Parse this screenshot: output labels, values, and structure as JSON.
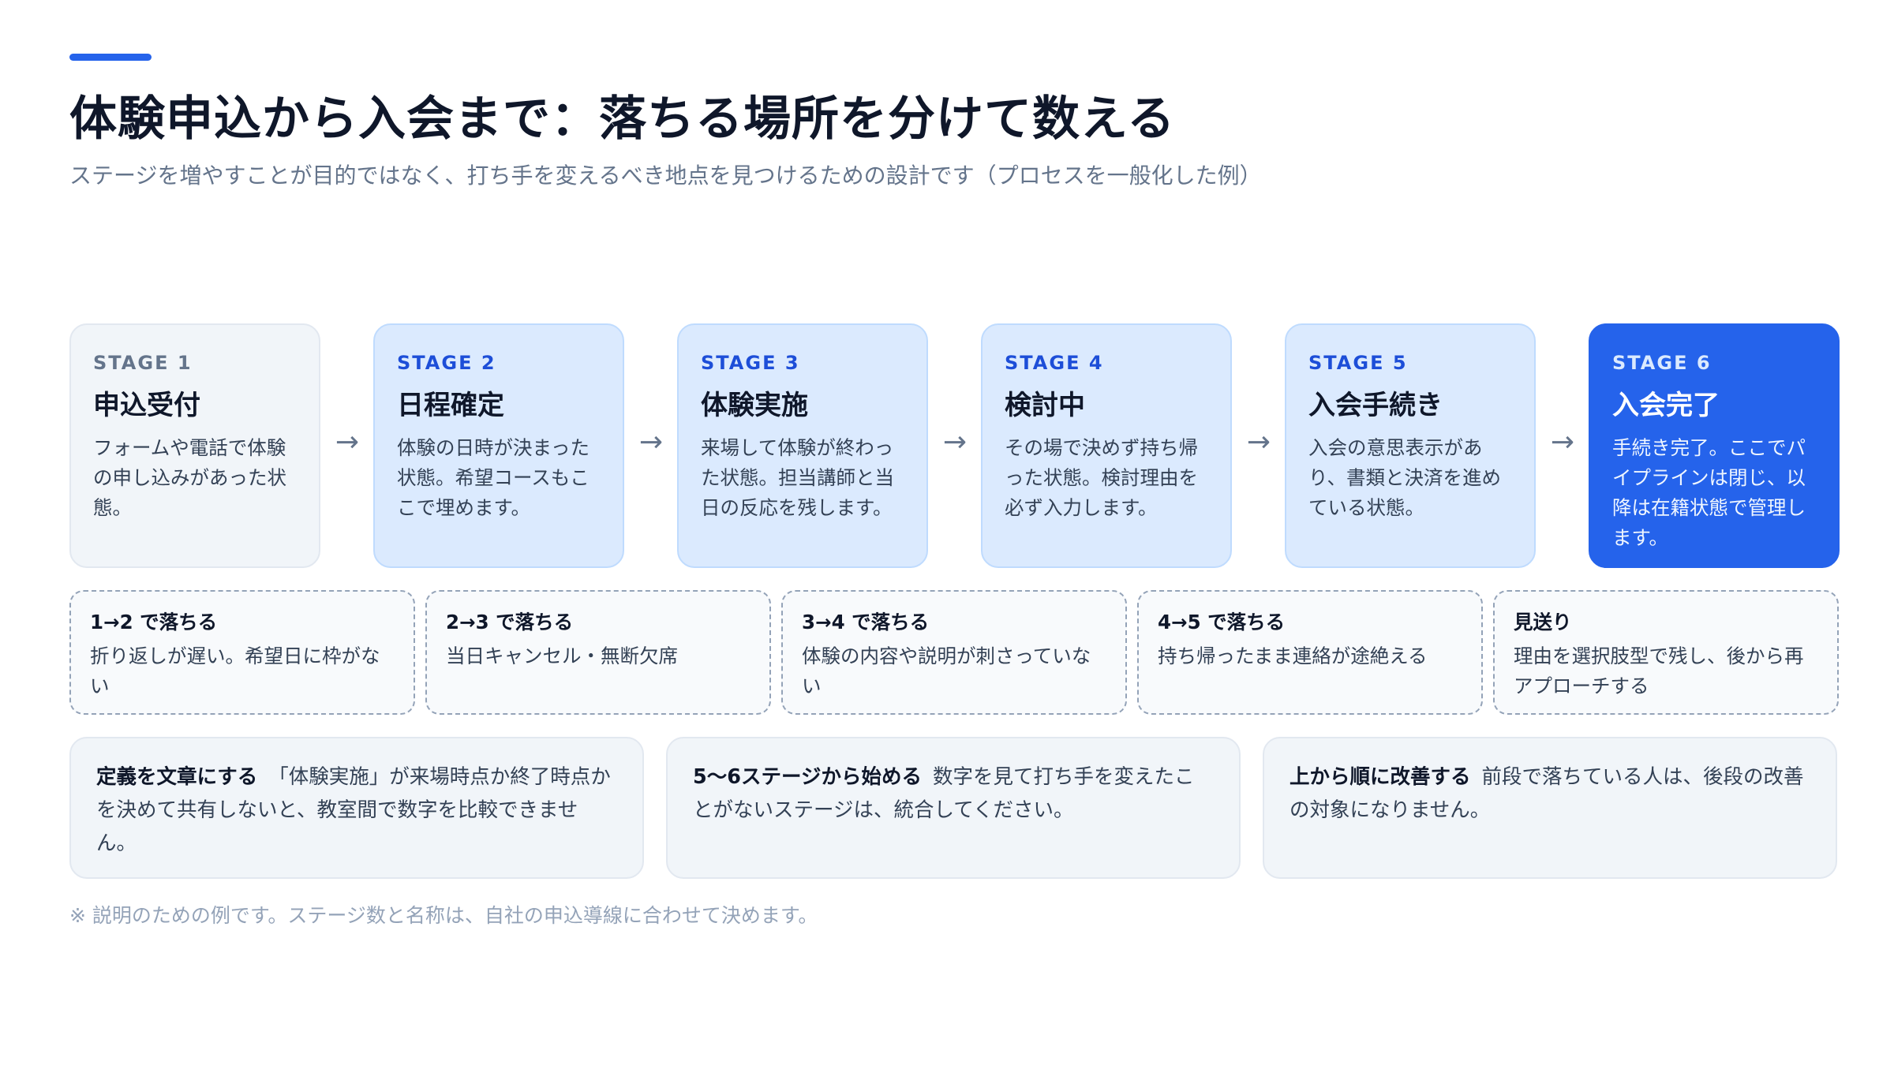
{
  "header": {
    "title": "体験申込から入会まで：落ちる場所を分けて数える",
    "subtitle": "ステージを増やすことが目的ではなく、打ち手を変えるべき地点を見つけるための設計です（プロセスを一般化した例）"
  },
  "stages": [
    {
      "tag": "STAGE 1",
      "title": "申込受付",
      "desc": "フォームや電話で体験の申し込みがあった状態。"
    },
    {
      "tag": "STAGE 2",
      "title": "日程確定",
      "desc": "体験の日時が決まった状態。希望コースもここで埋めます。"
    },
    {
      "tag": "STAGE 3",
      "title": "体験実施",
      "desc": "来場して体験が終わった状態。担当講師と当日の反応を残します。"
    },
    {
      "tag": "STAGE 4",
      "title": "検討中",
      "desc": "その場で決めず持ち帰った状態。検討理由を必ず入力します。"
    },
    {
      "tag": "STAGE 5",
      "title": "入会手続き",
      "desc": "入会の意思表示があり、書類と決済を進めている状態。"
    },
    {
      "tag": "STAGE 6",
      "title": "入会完了",
      "desc": "手続き完了。ここでパイプラインは閉じ、以降は在籍状態で管理します。"
    }
  ],
  "arrow_glyph": "→",
  "dropoffs": [
    {
      "title": "1→2 で落ちる",
      "desc": "折り返しが遅い。希望日に枠がない"
    },
    {
      "title": "2→3 で落ちる",
      "desc": "当日キャンセル・無断欠席"
    },
    {
      "title": "3→4 で落ちる",
      "desc": "体験の内容や説明が刺さっていない"
    },
    {
      "title": "4→5 で落ちる",
      "desc": "持ち帰ったまま連絡が途絶える"
    },
    {
      "title": "見送り",
      "desc": "理由を選択肢型で残し、後から再アプローチする"
    }
  ],
  "principles": [
    {
      "title": "定義を文章にする",
      "desc": "「体験実施」が来場時点か終了時点かを決めて共有しないと、教室間で数字を比較できません。"
    },
    {
      "title": "5〜6ステージから始める",
      "desc": "数字を見て打ち手を変えたことがないステージは、統合してください。"
    },
    {
      "title": "上から順に改善する",
      "desc": "前段で落ちている人は、後段の改善の対象になりません。"
    }
  ],
  "footnote": "※ 説明のための例です。ステージ数と名称は、自社の申込導線に合わせて決めます。",
  "colors": {
    "accent": "#2563eb",
    "stage_light": "#dbeafe",
    "stage_neutral": "#f1f5f9",
    "text_dark": "#0f172a",
    "text_muted": "#64748b"
  }
}
